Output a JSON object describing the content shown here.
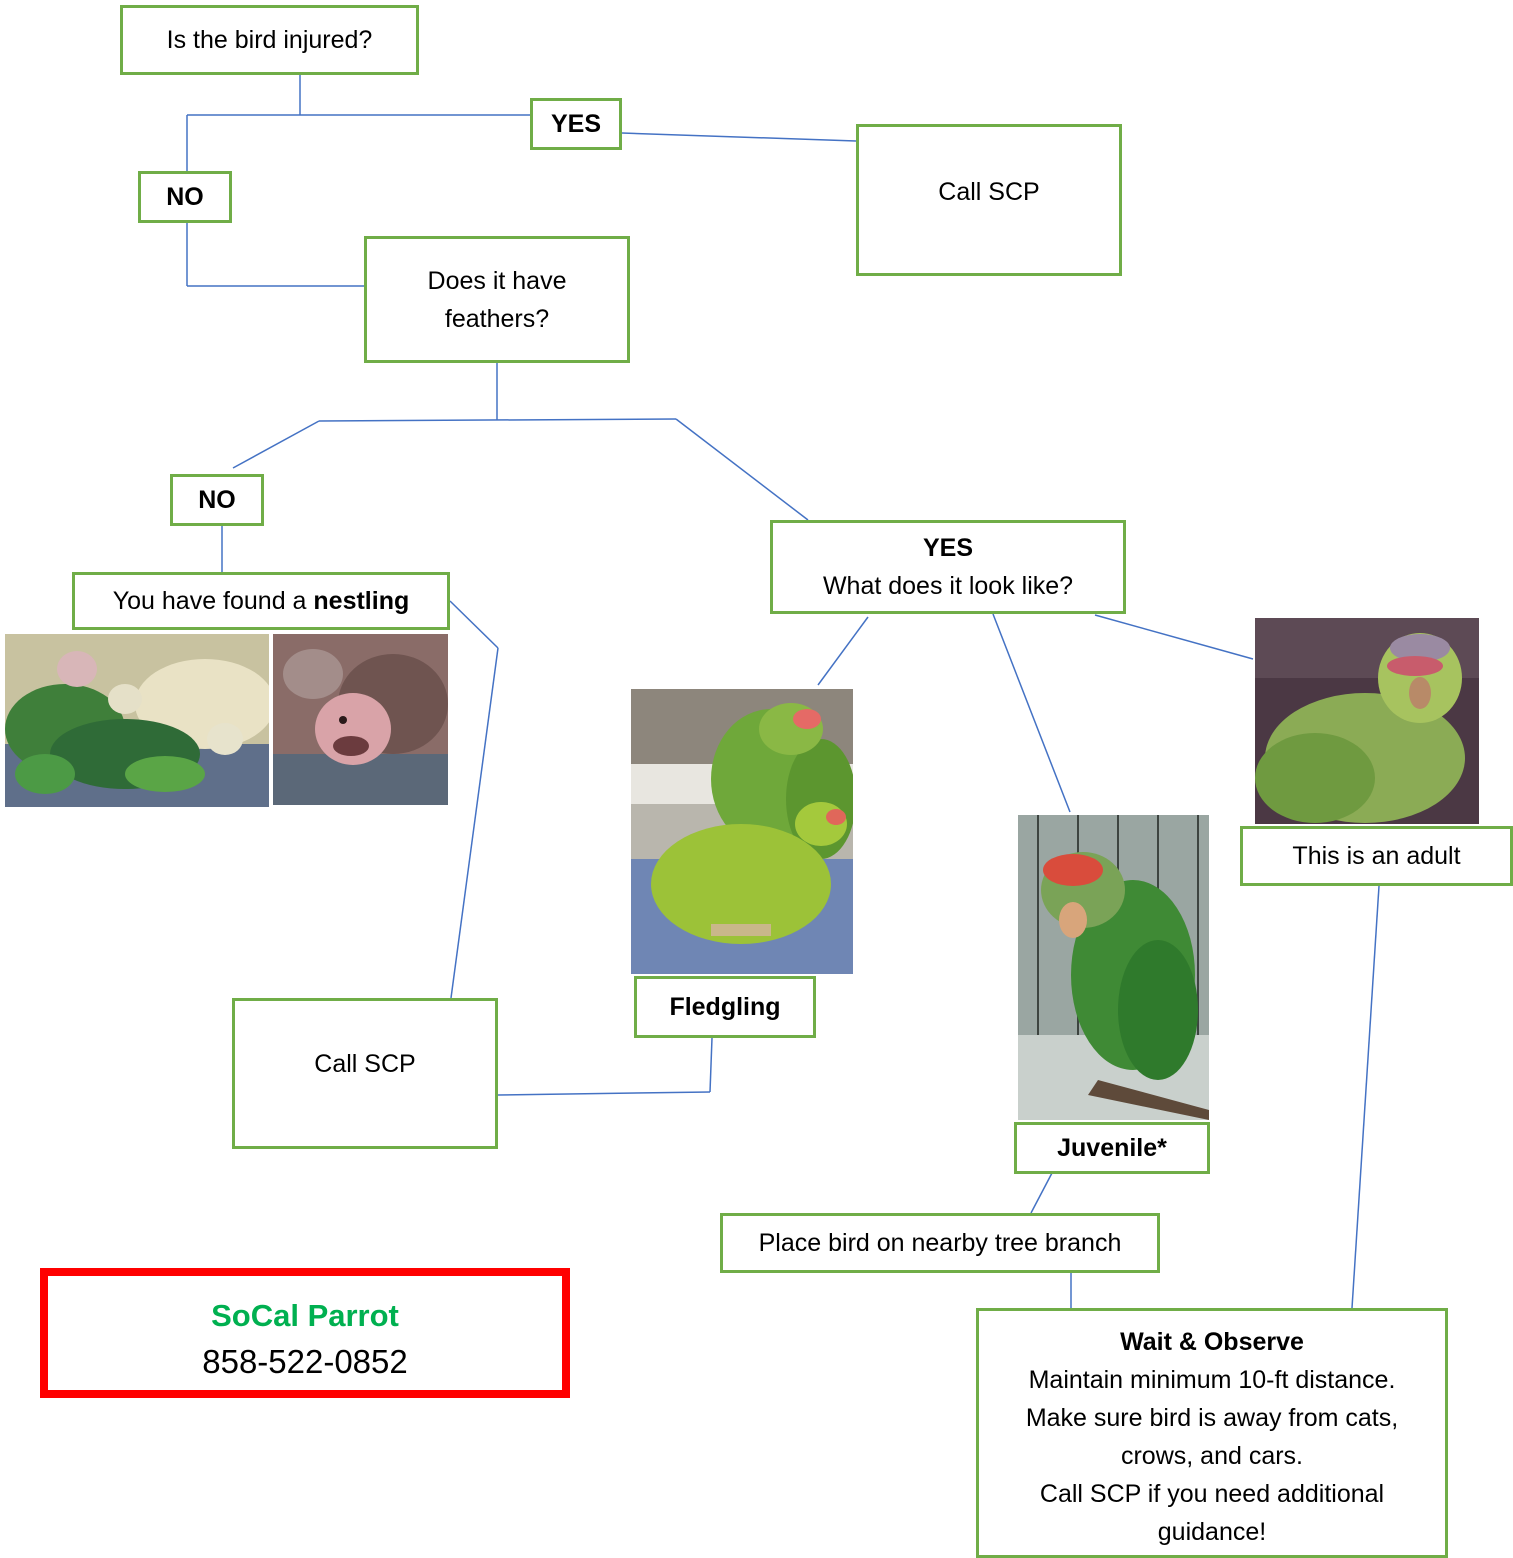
{
  "colors": {
    "box_border": "#70ad47",
    "connector": "#4472c4",
    "brand_border": "#ff0000",
    "brand_name": "#00b050"
  },
  "nodes": {
    "q_injured": "Is the bird injured?",
    "yes_1": "YES",
    "no_1": "NO",
    "call_scp_1": "Call SCP",
    "q_feathers": "Does it have feathers?",
    "no_2": "NO",
    "nestling_prefix": "You have found a ",
    "nestling_bold": "nestling",
    "yes_2": "YES",
    "q_look": "What does it look like?",
    "fledgling": "Fledgling",
    "juvenile": "Juvenile*",
    "adult": "This is an adult",
    "call_scp_2": "Call SCP",
    "place_branch": "Place bird on nearby tree branch",
    "wait_title": "Wait & Observe",
    "wait_lines": [
      "Maintain minimum 10-ft distance.",
      "Make sure bird is away from cats,",
      "crows, and cars.",
      "Call SCP if you need additional",
      "guidance!"
    ]
  },
  "photos": {
    "nestlings_group": "parrot-nestlings-photo",
    "nestling_closeup": "parrot-nestling-closeup-photo",
    "fledgling": "fledgling-parrot-photo",
    "juvenile": "juvenile-parrot-photo",
    "adult": "adult-parrot-photo"
  },
  "brand": {
    "name": "SoCal Parrot",
    "phone": "858-522-0852"
  }
}
